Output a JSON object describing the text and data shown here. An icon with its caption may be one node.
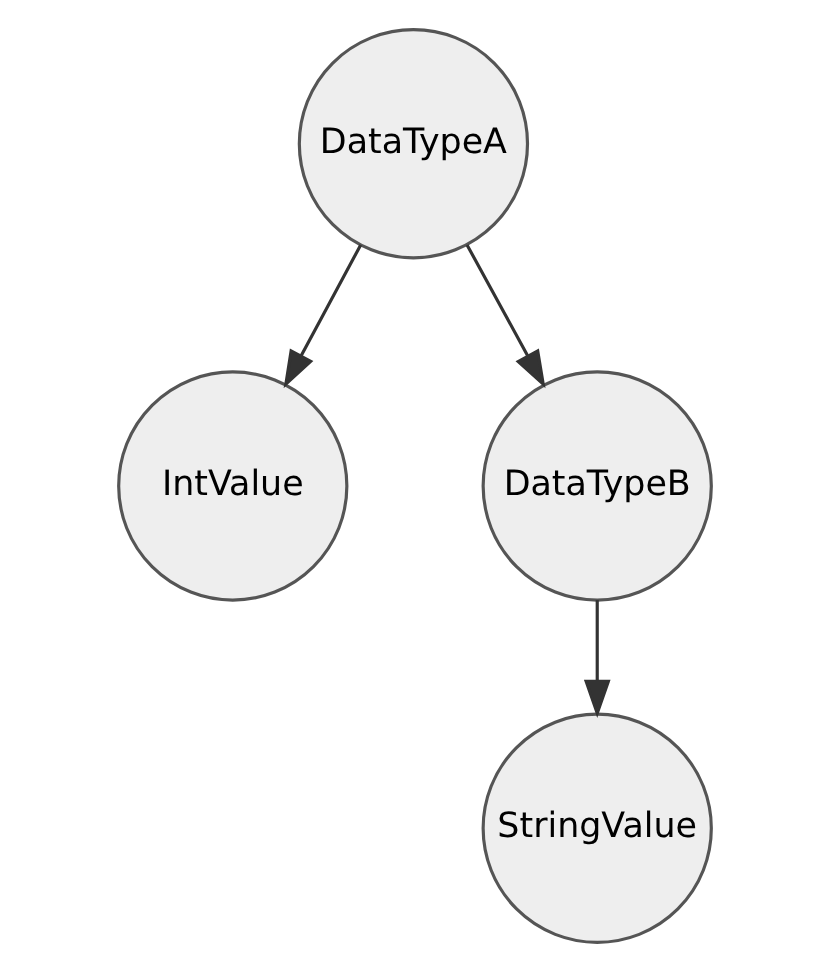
{
  "diagram": {
    "nodes": [
      {
        "text": [
          "DataTypeA"
        ]
      },
      {
        "text": [
          "IntValue"
        ]
      },
      {
        "text": [
          "DataTypeB"
        ]
      },
      {
        "text": [
          "StringValue"
        ]
      }
    ],
    "edges": [
      {
        "from": 0,
        "to": 1,
        "arrow": "to"
      },
      {
        "from": 0,
        "to": 2,
        "arrow": "to"
      },
      {
        "from": 2,
        "to": 3,
        "arrow": "to"
      }
    ]
  }
}
